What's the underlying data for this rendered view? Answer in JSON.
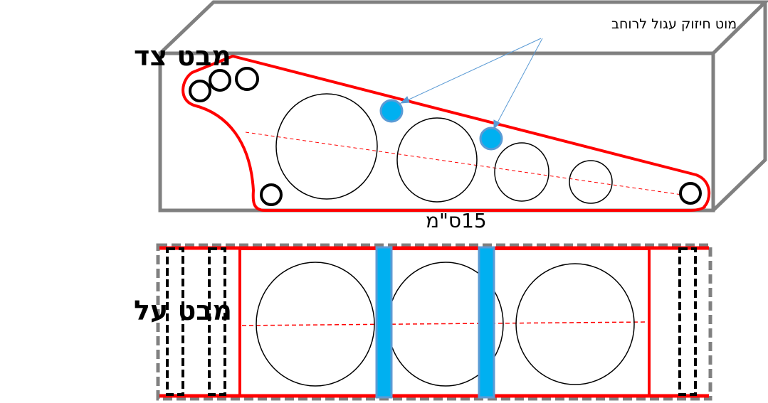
{
  "side_view": {
    "title": "מבט צד",
    "annotation": "מוט חיזוק עגול לרוחב",
    "dimension": "15ס\"מ"
  },
  "top_view": {
    "title": "מבט על"
  },
  "colors": {
    "outline_gray": "#808080",
    "frame_red": "#ff0000",
    "rod_blue": "#00b0f0",
    "rod_border": "#5b9bd5",
    "arrow_blue": "#5b9bd5",
    "ink": "#000000"
  }
}
